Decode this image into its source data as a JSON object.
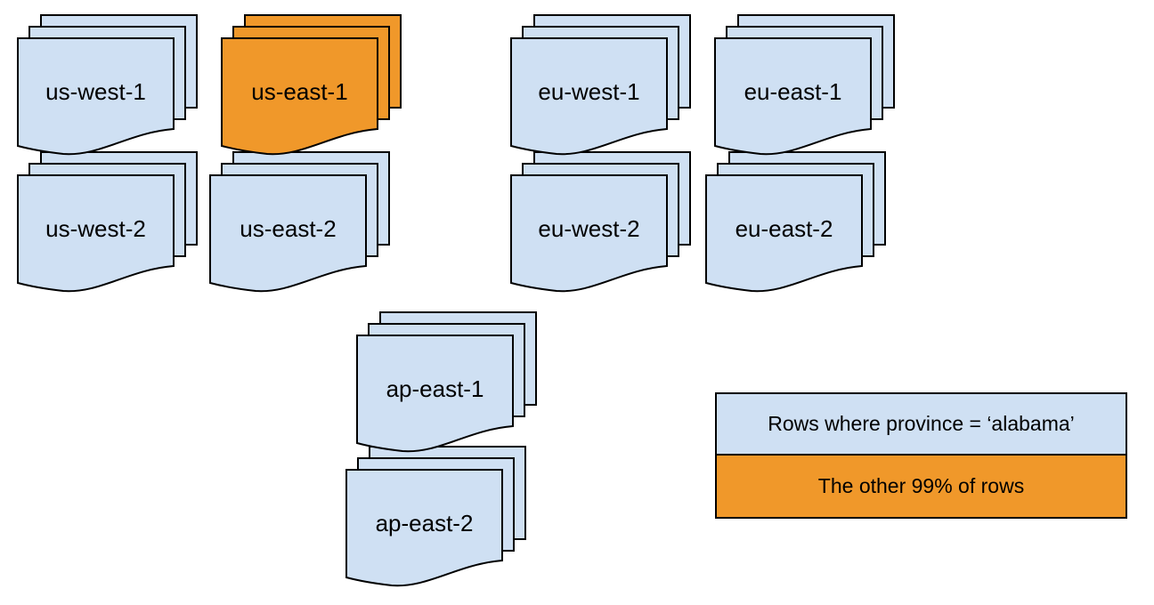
{
  "diagram": {
    "colors": {
      "shard_fill": "#cfe0f3",
      "highlight_fill": "#f0982a",
      "outline": "#000000",
      "background": "#ffffff"
    },
    "stacks": [
      {
        "id": "us-west-1",
        "label": "us-west-1",
        "highlighted": false
      },
      {
        "id": "us-east-1",
        "label": "us-east-1",
        "highlighted": true
      },
      {
        "id": "eu-west-1",
        "label": "eu-west-1",
        "highlighted": false
      },
      {
        "id": "eu-east-1",
        "label": "eu-east-1",
        "highlighted": false
      },
      {
        "id": "us-west-2",
        "label": "us-west-2",
        "highlighted": false
      },
      {
        "id": "us-east-2",
        "label": "us-east-2",
        "highlighted": false
      },
      {
        "id": "eu-west-2",
        "label": "eu-west-2",
        "highlighted": false
      },
      {
        "id": "eu-east-2",
        "label": "eu-east-2",
        "highlighted": false
      },
      {
        "id": "ap-east-1",
        "label": "ap-east-1",
        "highlighted": false
      },
      {
        "id": "ap-east-2",
        "label": "ap-east-2",
        "highlighted": false
      }
    ],
    "legend": {
      "alabama_label": "Rows where province = ‘alabama’",
      "other_label": "The other 99% of rows"
    }
  }
}
